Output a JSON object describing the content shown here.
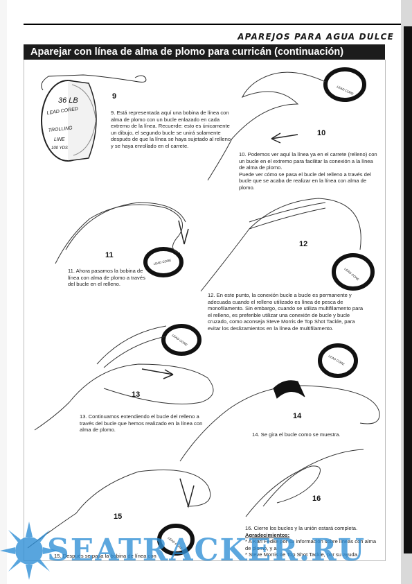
{
  "header": {
    "section": "APAREJOS PARA AGUA DULCE",
    "title": "Aparejar con línea de alma de plomo para curricán (continuación)"
  },
  "spool_label": {
    "weight": "36 LB",
    "line1": "LEAD CORED",
    "line2": "TROLLING",
    "line3": "LINE",
    "line4": "100 YDS"
  },
  "reel_label": "LEAD CORE",
  "steps": [
    {
      "num": "9",
      "text": "9. Está representada aquí una bobina de línea con alma de plomo con un bucle enlazado en cada extremo de la línea. Recuerde: esto es únicamente un dibujo, el segundo bucle se unirá solamente después de que la línea se haya sujetado al relleno y se haya enrollado en el carrete."
    },
    {
      "num": "10",
      "text": "10. Podemos ver aquí la línea ya en el carrete (relleno) con un bucle en el extremo para facilitar la conexión a la línea de alma de plomo.",
      "text2": "Puede ver cómo se pasa el bucle del relleno a través del bucle que se acaba de realizar en la línea con alma de plomo."
    },
    {
      "num": "11",
      "text": "11. Ahora pasamos la bobina de línea con alma de plomo a través del bucle en el relleno."
    },
    {
      "num": "12",
      "text": "12. En este punto, la conexión bucle a bucle es permanente y adecuada cuando el relleno utilizado es línea de pesca de monofilamento. Sin embargo, cuando se utiliza multifilamento para el relleno, es preferible utilizar una conexión de bucle y bucle cruzado, como aconseja Steve Morris de Top Shot Tackle, para evitar los deslizamientos en la línea de multifilamento."
    },
    {
      "num": "13",
      "text": "13. Continuamos extendiendo el bucle del relleno a través del bucle que hemos realizado en la línea con alma de plomo."
    },
    {
      "num": "14",
      "text": "14. Se gira el bucle como se muestra."
    },
    {
      "num": "15",
      "text": "15. Después se pasa la bobina de línea con"
    },
    {
      "num": "16",
      "text": "16. Cierre los bucles y la unión estará completa."
    }
  ],
  "acknowledgements": {
    "title": "Agradecimientos:",
    "item1": "* A Karl Fedke por su información sobre líneas con alma de plomo, y a",
    "item2": "* Steve Morris de Top Shot Tackle, por su ayuda."
  },
  "watermark": "SEATRACKER.RU",
  "colors": {
    "title_bar": "#1c1c1c",
    "watermark": "#2f8fd6",
    "ink": "#1a1a1a"
  }
}
